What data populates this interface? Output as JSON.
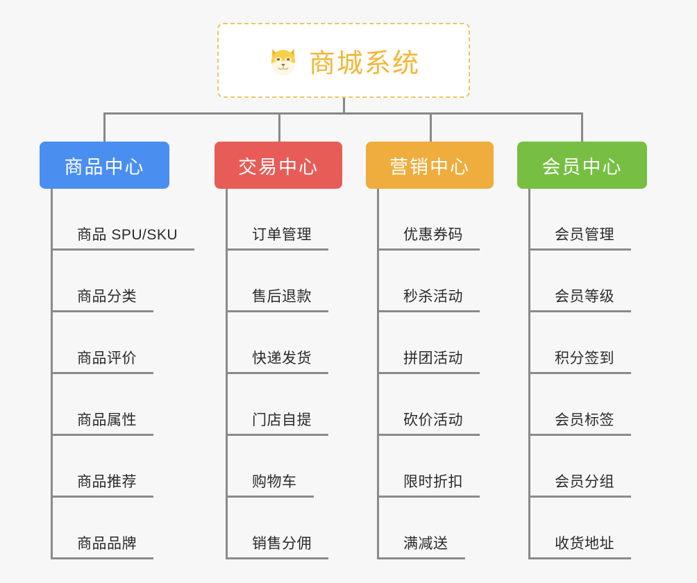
{
  "root": {
    "title": "商城系统",
    "emoji_name": "dog-face-emoji",
    "border_color": "#f0c264",
    "text_color": "#f2b736",
    "background": "#ffffff"
  },
  "canvas": {
    "background": "#f7f7f7",
    "connector_color": "#888888"
  },
  "columns": [
    {
      "id": "product-center",
      "title": "商品中心",
      "color": "#4a8ef0",
      "items": [
        "商品 SPU/SKU",
        "商品分类",
        "商品评价",
        "商品属性",
        "商品推荐",
        "商品品牌"
      ]
    },
    {
      "id": "trade-center",
      "title": "交易中心",
      "color": "#e85c57",
      "items": [
        "订单管理",
        "售后退款",
        "快递发货",
        "门店自提",
        "购物车",
        "销售分佣"
      ]
    },
    {
      "id": "marketing-center",
      "title": "营销中心",
      "color": "#eead3c",
      "items": [
        "优惠券码",
        "秒杀活动",
        "拼团活动",
        "砍价活动",
        "限时折扣",
        "满减送"
      ]
    },
    {
      "id": "member-center",
      "title": "会员中心",
      "color": "#76bf42",
      "items": [
        "会员管理",
        "会员等级",
        "积分签到",
        "会员标签",
        "会员分组",
        "收货地址"
      ]
    }
  ]
}
